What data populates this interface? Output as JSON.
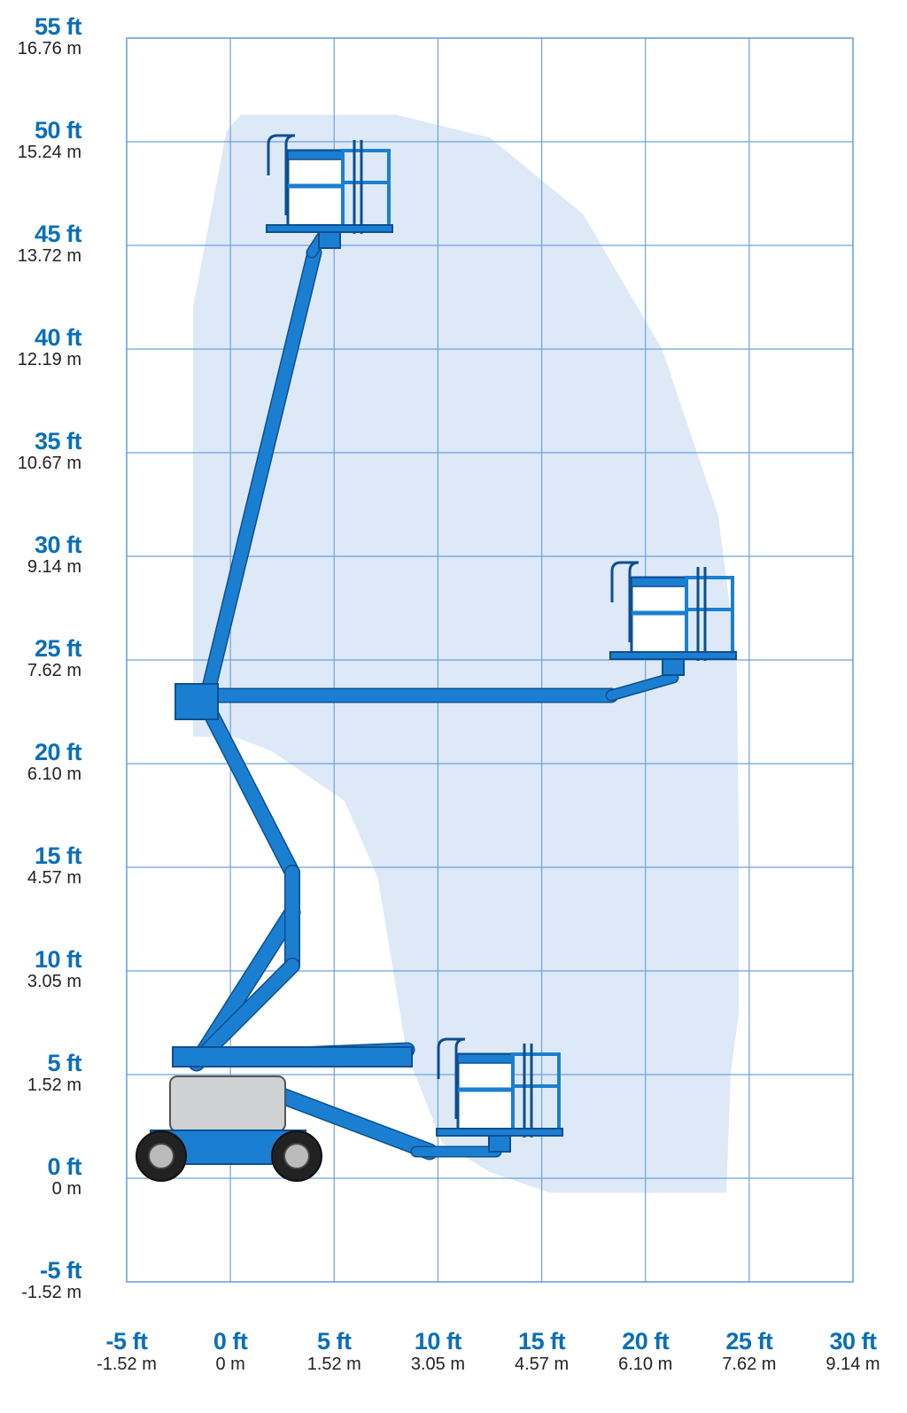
{
  "colors": {
    "grid": "#6ea2d8",
    "envelope": "#dde9f7",
    "boom": "#1b7fd1",
    "boom_dark": "#0c4f92",
    "label_blue": "#0a6fb7"
  },
  "chart_data": {
    "type": "diagram",
    "units": "ft",
    "x_ticks": [
      {
        "ft": "-5 ft",
        "m": "-1.52 m",
        "value": -5
      },
      {
        "ft": "0 ft",
        "m": "0 m",
        "value": 0
      },
      {
        "ft": "5 ft",
        "m": "1.52 m",
        "value": 5
      },
      {
        "ft": "10 ft",
        "m": "3.05 m",
        "value": 10
      },
      {
        "ft": "15 ft",
        "m": "4.57 m",
        "value": 15
      },
      {
        "ft": "20 ft",
        "m": "6.10 m",
        "value": 20
      },
      {
        "ft": "25 ft",
        "m": "7.62 m",
        "value": 25
      },
      {
        "ft": "30 ft",
        "m": "9.14 m",
        "value": 30
      }
    ],
    "y_ticks": [
      {
        "ft": "55 ft",
        "m": "16.76 m",
        "value": 55
      },
      {
        "ft": "50 ft",
        "m": "15.24 m",
        "value": 50
      },
      {
        "ft": "45 ft",
        "m": "13.72 m",
        "value": 45
      },
      {
        "ft": "40 ft",
        "m": "12.19 m",
        "value": 40
      },
      {
        "ft": "35 ft",
        "m": "10.67 m",
        "value": 35
      },
      {
        "ft": "30 ft",
        "m": "9.14 m",
        "value": 30
      },
      {
        "ft": "25 ft",
        "m": "7.62 m",
        "value": 25
      },
      {
        "ft": "20 ft",
        "m": "6.10 m",
        "value": 20
      },
      {
        "ft": "15 ft",
        "m": "4.57 m",
        "value": 15
      },
      {
        "ft": "10 ft",
        "m": "3.05 m",
        "value": 10
      },
      {
        "ft": "5 ft",
        "m": "1.52 m",
        "value": 5
      },
      {
        "ft": "0 ft",
        "m": "0 m",
        "value": 0
      },
      {
        "ft": "-5 ft",
        "m": "-1.52 m",
        "value": -5
      }
    ],
    "xlim": [
      -5,
      30
    ],
    "ylim": [
      -5,
      55
    ],
    "grid": true,
    "envelope": [
      [
        -1.8,
        42.0
      ],
      [
        -0.2,
        50.5
      ],
      [
        0.5,
        51.3
      ],
      [
        8.0,
        51.3
      ],
      [
        12.5,
        50.2
      ],
      [
        17.0,
        46.5
      ],
      [
        20.8,
        40.0
      ],
      [
        23.5,
        32.0
      ],
      [
        24.4,
        25.0
      ],
      [
        24.5,
        16.0
      ],
      [
        24.5,
        8.0
      ],
      [
        24.1,
        5.0
      ],
      [
        23.9,
        -0.7
      ],
      [
        15.4,
        -0.7
      ],
      [
        12.5,
        0.3
      ],
      [
        10.2,
        1.7
      ],
      [
        8.5,
        6.0
      ],
      [
        7.1,
        14.5
      ],
      [
        5.5,
        18.2
      ],
      [
        2.0,
        20.6
      ],
      [
        0.2,
        21.3
      ],
      [
        -1.8,
        21.3
      ]
    ],
    "platform_positions": [
      {
        "name": "max-height",
        "x": 4.0,
        "y": 45.8
      },
      {
        "name": "max-outreach",
        "x": 20.6,
        "y": 25.1
      },
      {
        "name": "low-reach",
        "x": 12.0,
        "y": 2.4
      }
    ]
  }
}
